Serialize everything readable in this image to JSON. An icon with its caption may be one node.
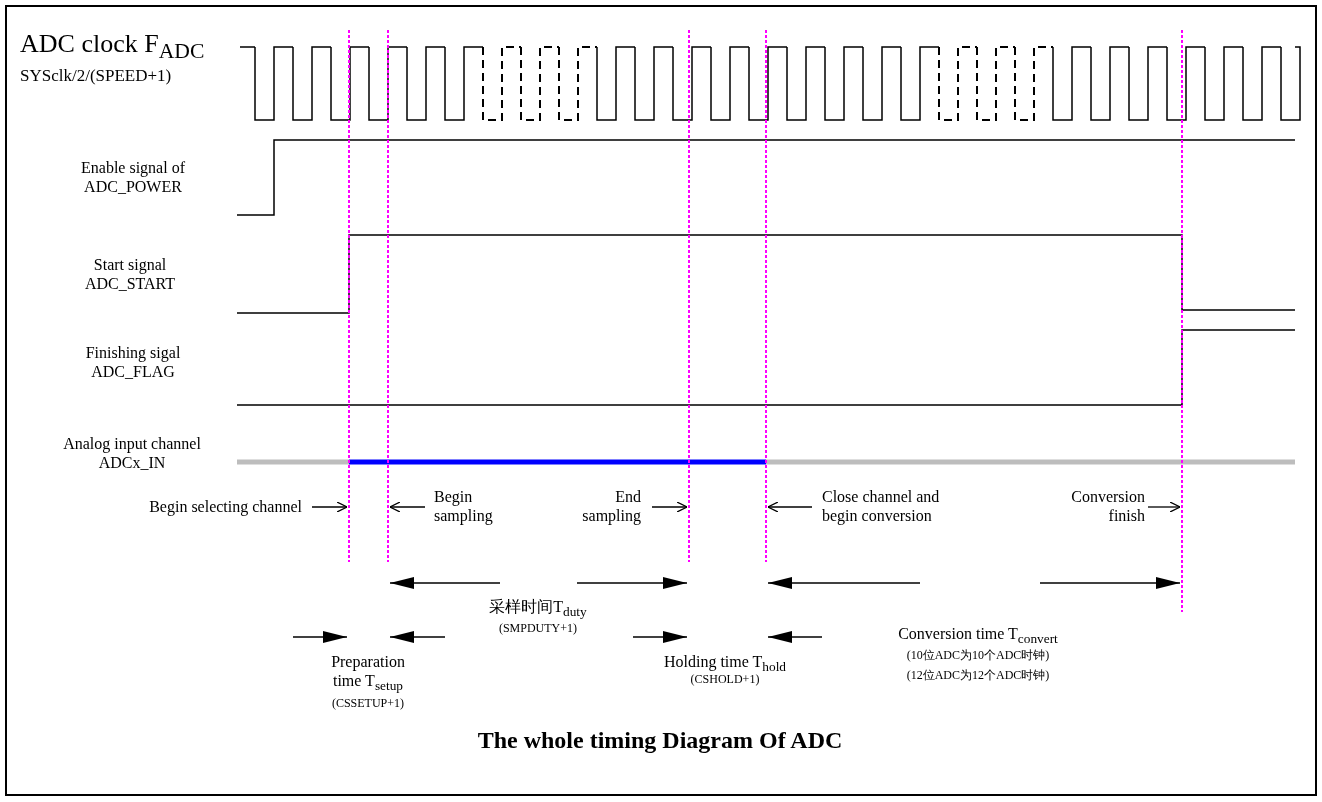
{
  "diagram": {
    "caption": "The whole timing Diagram Of ADC",
    "labels": [
      "ADC clock F$_{ADC}$",
      "SYSclk/2/(SPEED+1)",
      "Enable signal of ADC_POWER",
      "Start signal ADC_START",
      "Finishing sigal ADC_FLAG",
      "Analog input channel ADCx_IN",
      "Begin selecting channel",
      "Begin sampling",
      "End sampling",
      "Close channel and begin conversion",
      "Conversion finish",
      "采样时间T$_{duty}$",
      "(SMPDUTY+1)",
      "Conversion time T$_{convert}$",
      "Preparation time T$_{setup}$",
      "Holding time T$_{hold}$",
      "(10位ADC为10个ADC时钟)",
      "(CSHOLD+1)",
      "(12位ADC为12个ADC时钟)",
      "(CSSETUP+1)"
    ]
  }
}
